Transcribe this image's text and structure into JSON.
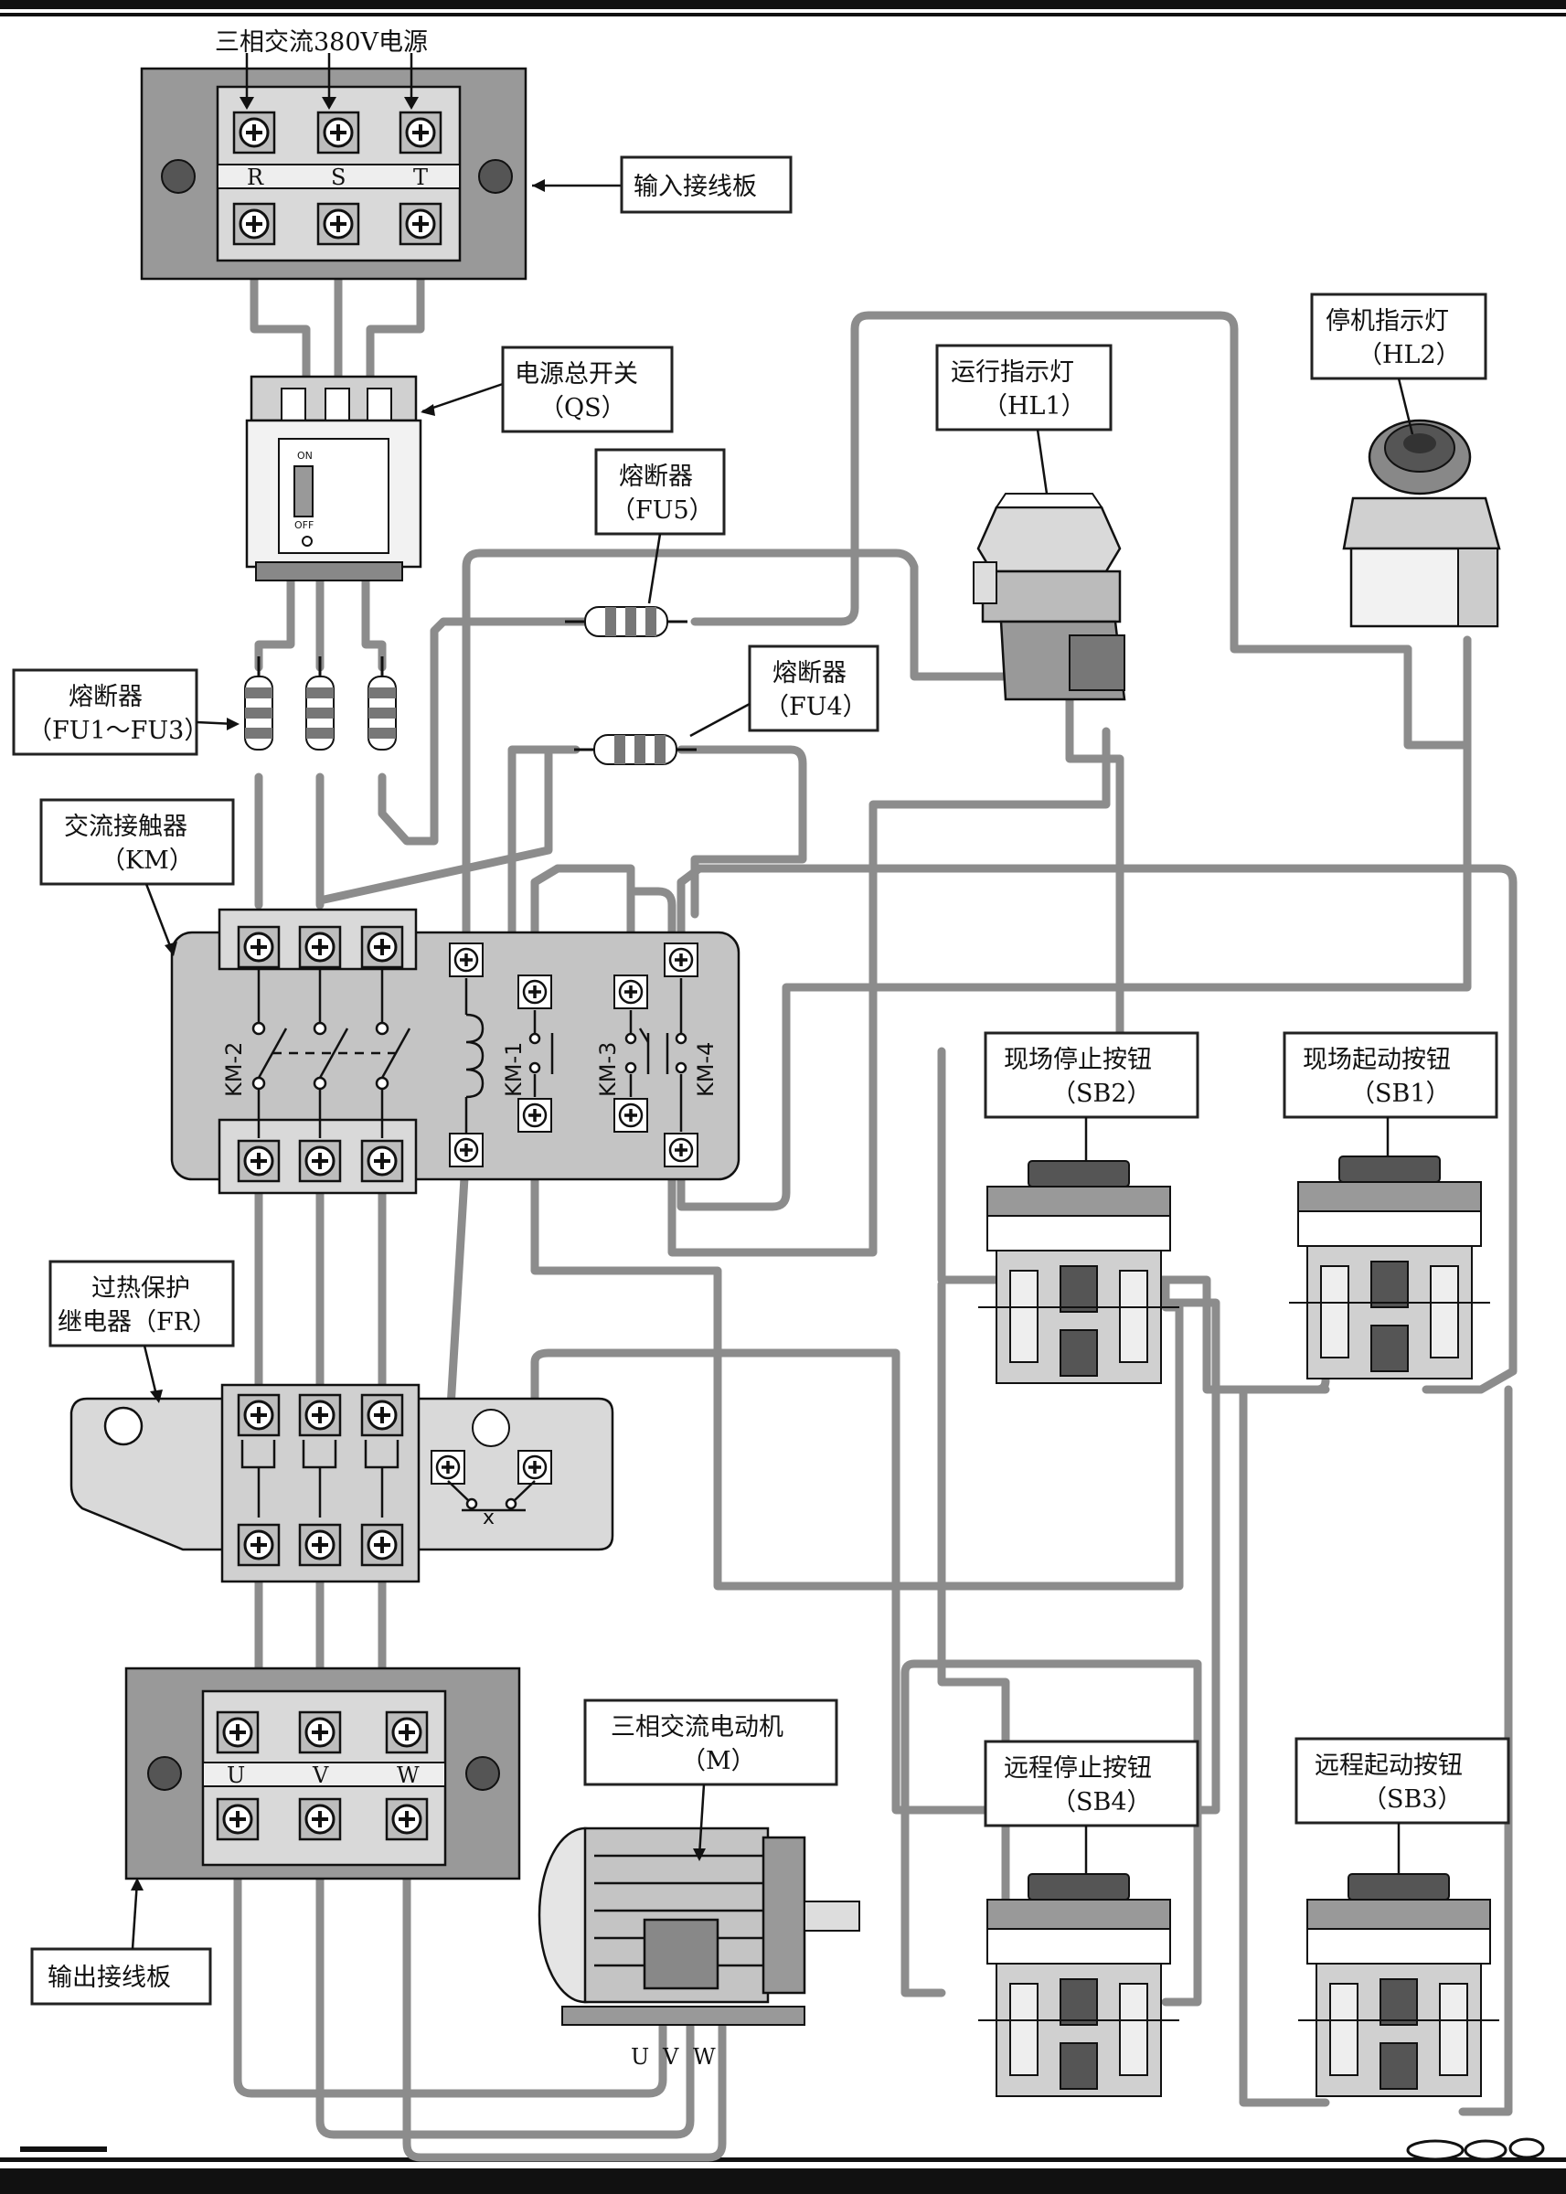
{
  "labels": {
    "power_source": "三相交流380V电源",
    "input_terminal": "输入接线板",
    "main_switch_line1": "电源总开关",
    "main_switch_line2": "（QS）",
    "fuse5_line1": "熔断器",
    "fuse5_line2": "（FU5）",
    "fuse4_line1": "熔断器",
    "fuse4_line2": "（FU4）",
    "fuse13_line1": "熔断器",
    "fuse13_line2": "（FU1～FU3）",
    "contactor_line1": "交流接触器",
    "contactor_line2": "（KM）",
    "run_lamp_line1": "运行指示灯",
    "run_lamp_line2": "（HL1）",
    "stop_lamp_line1": "停机指示灯",
    "stop_lamp_line2": "（HL2）",
    "relay_line1": "过热保护",
    "relay_line2": "继电器（FR）",
    "sb2_line1": "现场停止按钮",
    "sb2_line2": "（SB2）",
    "sb1_line1": "现场起动按钮",
    "sb1_line2": "（SB1）",
    "sb4_line1": "远程停止按钮",
    "sb4_line2": "（SB4）",
    "sb3_line1": "远程起动按钮",
    "sb3_line2": "（SB3）",
    "motor_line1": "三相交流电动机",
    "motor_line2": "（M）",
    "output_terminal": "输出接线板"
  },
  "switch_marks": {
    "on": "ON",
    "off": "OFF"
  },
  "terminals_in": [
    "R",
    "S",
    "T"
  ],
  "terminals_out": [
    "U",
    "V",
    "W"
  ],
  "motor_terminals": [
    "U",
    "V",
    "W"
  ],
  "km_contacts": [
    "KM-2",
    "KM-1",
    "KM-3",
    "KM-4"
  ],
  "relay_contact_mark": "x"
}
